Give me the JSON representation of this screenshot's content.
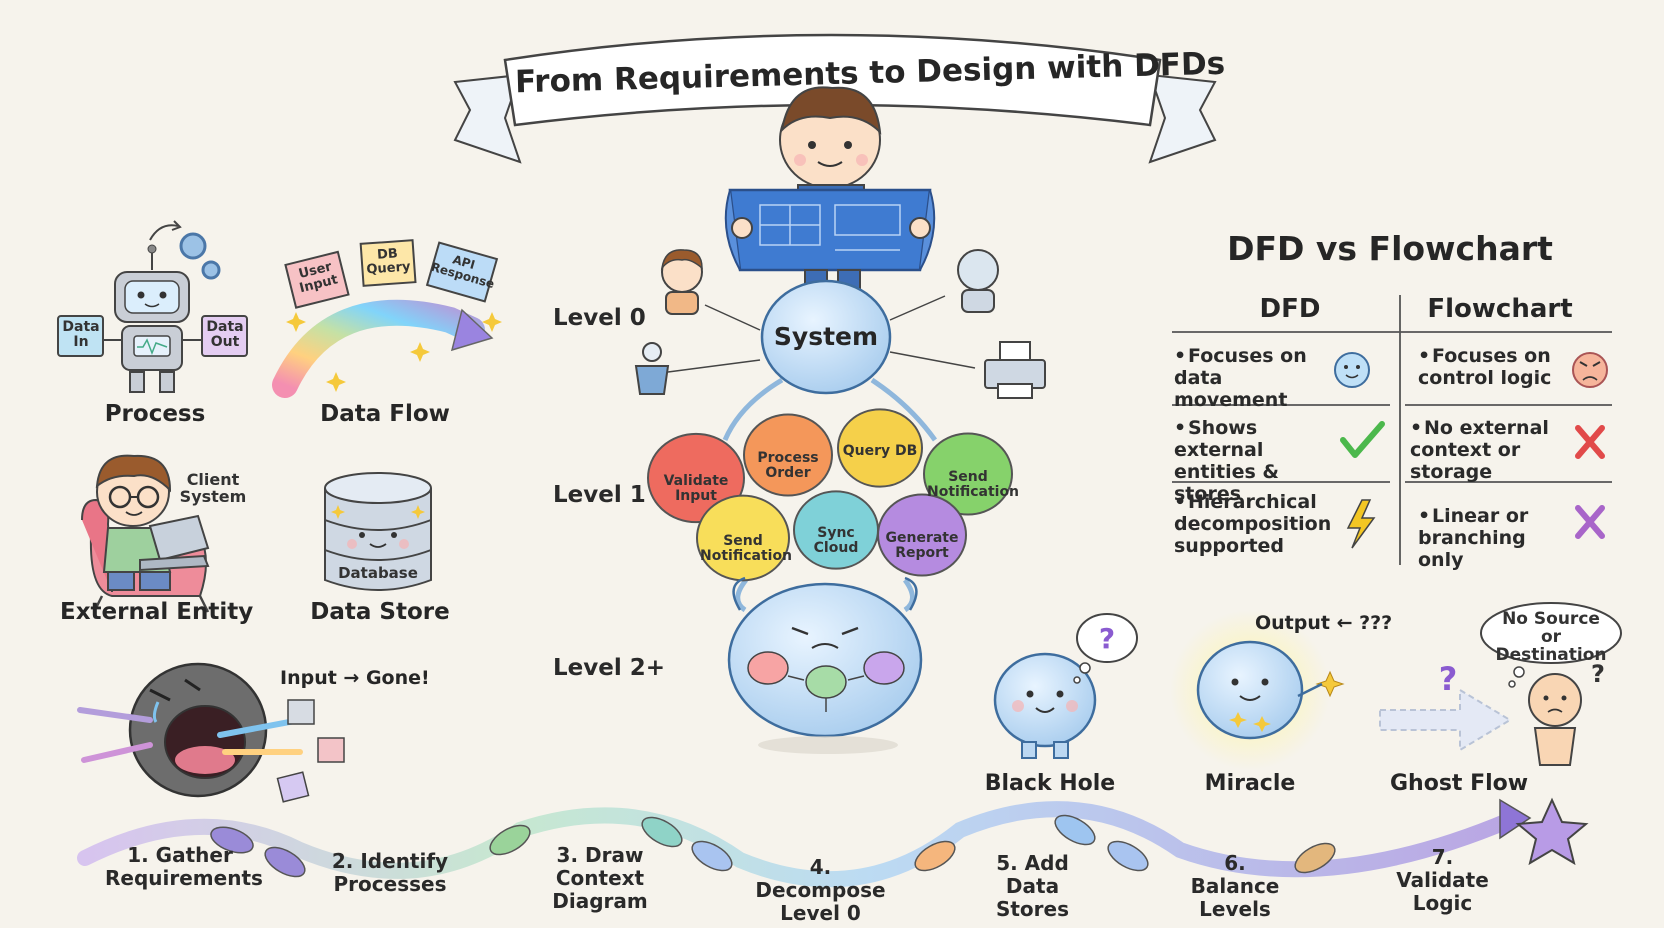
{
  "title": "From Requirements to Design with DFDs",
  "symbols": {
    "process": {
      "label": "Process",
      "data_in": "Data In",
      "data_out": "Data Out"
    },
    "data_flow": {
      "label": "Data Flow",
      "cards": [
        "User Input",
        "DB Query",
        "API Response"
      ]
    },
    "external_entity": {
      "label": "External Entity",
      "note": "Client System"
    },
    "data_store": {
      "label": "Data Store",
      "db_label": "Database"
    }
  },
  "levels": {
    "level0": "Level 0",
    "level1": "Level 1",
    "level2": "Level 2+",
    "system": "System",
    "bubbles": [
      {
        "label": "Validate Input",
        "color": "#ee6b5f"
      },
      {
        "label": "Process Order",
        "color": "#f4975a"
      },
      {
        "label": "Query DB",
        "color": "#f5d04a"
      },
      {
        "label": "Send Notification",
        "color": "#86d26b"
      },
      {
        "label": "Send Notification",
        "color": "#f8de5a"
      },
      {
        "label": "Sync Cloud",
        "color": "#7fd1d8"
      },
      {
        "label": "Generate Report",
        "color": "#b58be0"
      }
    ]
  },
  "comparison": {
    "title": "DFD vs Flowchart",
    "col_dfd": "DFD",
    "col_flow": "Flowchart",
    "rows": [
      {
        "dfd": "Focuses on data movement",
        "flow": "Focuses on control logic"
      },
      {
        "dfd": "Shows external entities & stores",
        "flow": "No external context or storage"
      },
      {
        "dfd": "Hierarchical decomposition supported",
        "flow": "Linear or branching only"
      }
    ]
  },
  "mistakes": {
    "input_gone": "Input → Gone!",
    "black_hole": "Black Hole",
    "miracle": "Miracle",
    "miracle_note": "Output ← ???",
    "ghost_flow": "Ghost Flow",
    "ghost_note": "No Source or Destination"
  },
  "steps": [
    "1. Gather Requirements",
    "2. Identify Processes",
    "3. Draw Context Diagram",
    "4. Decompose Level 0",
    "5. Add Data Stores",
    "6. Balance Levels",
    "7. Validate Logic"
  ],
  "colors": {
    "background": "#f6f3ec",
    "accent_blue": "#8fc3ee",
    "check_green": "#4cb84c",
    "cross_red": "#e14a4a",
    "cross_purple": "#a865c9",
    "bolt_yellow": "#f3c623"
  }
}
